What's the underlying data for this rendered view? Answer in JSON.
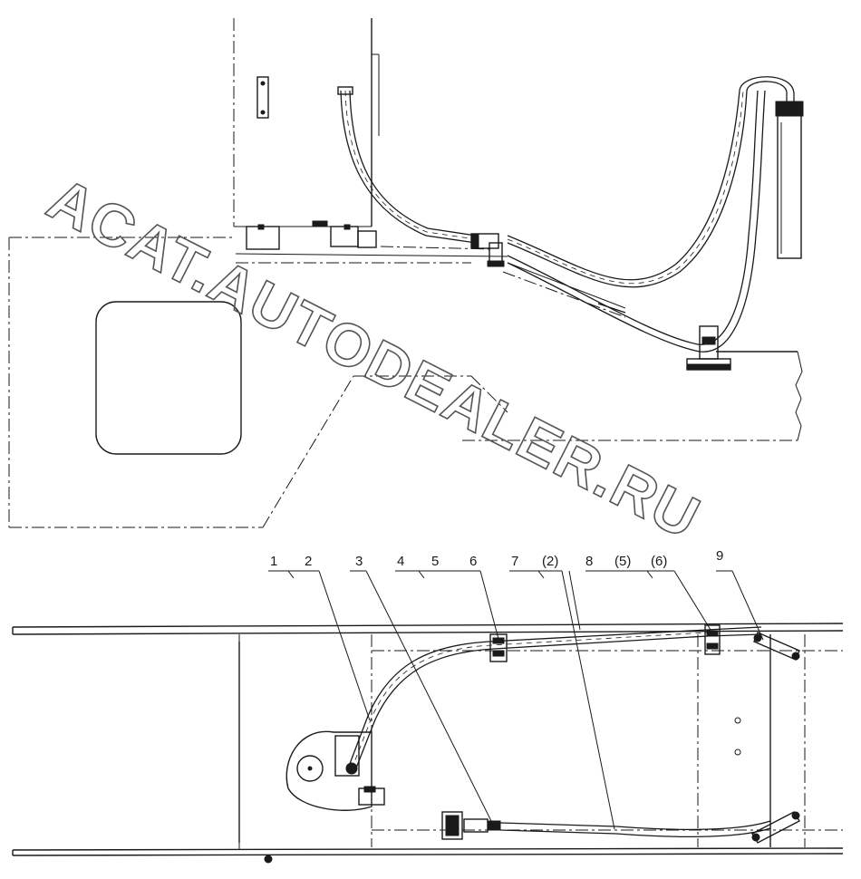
{
  "watermark": "ACAT.AUTODEALER.RU",
  "callouts": [
    "1",
    "2",
    "3",
    "4",
    "5",
    "6",
    "7",
    "(2)",
    "8",
    "(5)",
    "(6)",
    "9"
  ]
}
